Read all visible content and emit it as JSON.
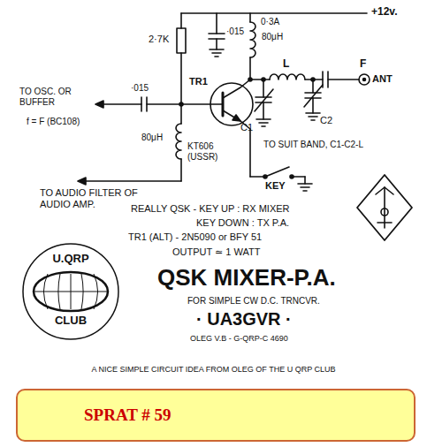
{
  "diagram": {
    "title": "QSK MIXER-P.A.",
    "caption": "A NICE SIMPLE CIRCUIT IDEA FROM OLEG OF THE U QRP CLUB",
    "nodes": [
      {
        "text": [
          "U.QRP",
          "CLUB"
        ]
      },
      {
        "text": [
          "SPRAT # 59"
        ]
      }
    ],
    "labels": [
      "+12v.",
      "2·7K",
      "·015",
      "0·3A",
      "80μH",
      "TO OSC. OR BUFFER",
      "f = F (BC108)",
      "·015",
      "TR1",
      "L",
      "F",
      "ANT",
      "80μH",
      "KT606 (USSR)",
      "C1",
      "C2",
      "TO SUIT BAND, C1-C2-L",
      "KEY",
      "TO AUDIO FILTER OF AUDIO AMP.",
      "REALLY QSK - KEY UP : RX MIXER",
      "KEY DOWN : TX P.A.",
      "TR1 (ALT) - 2N5090 or BFY 51",
      "OUTPUT ≃ 1 WATT",
      "FOR SIMPLE CW D.C. TRNCVR.",
      "· UA3GVR ·",
      "OLEG V.B - G-QRP-C 4690"
    ]
  }
}
